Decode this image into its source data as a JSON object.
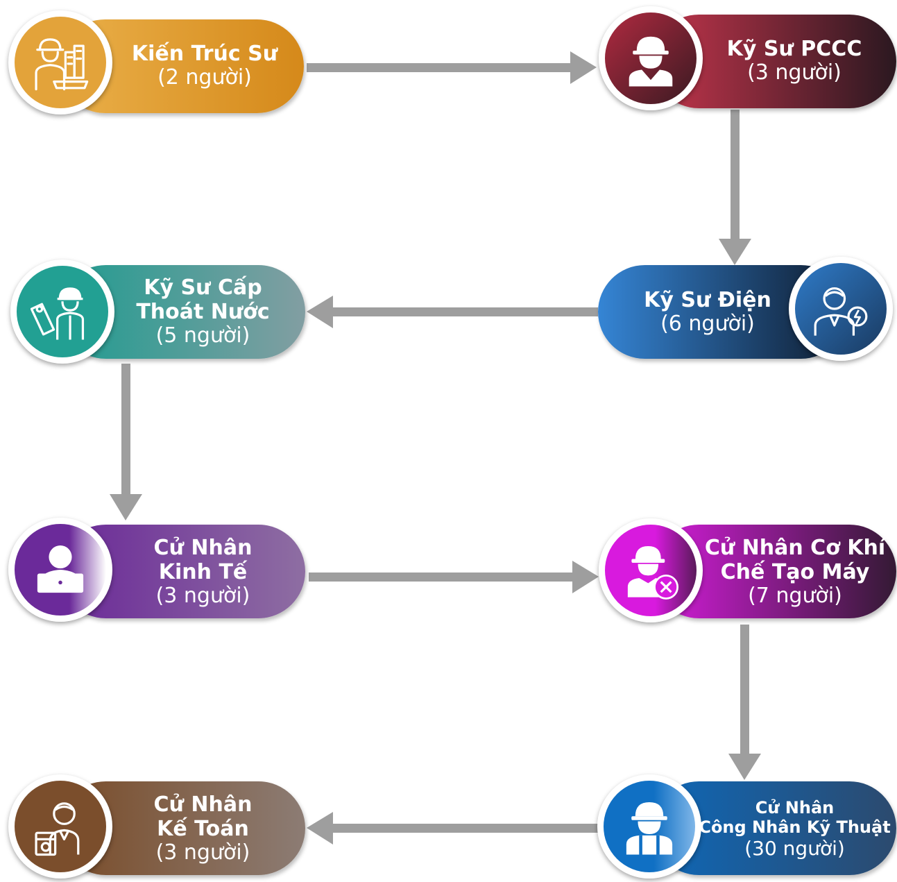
{
  "nodes": [
    {
      "id": "kien-truc-su",
      "title": [
        "Kiến Trúc Sư"
      ],
      "count": "(2 người)",
      "icon": "architect-icon"
    },
    {
      "id": "ky-su-pccc",
      "title": [
        "Kỹ Sư PCCC"
      ],
      "count": "(3 người)",
      "icon": "engineer-hardhat-icon"
    },
    {
      "id": "ky-su-dien",
      "title": [
        "Kỹ Sư Điện"
      ],
      "count": "(6 người)",
      "icon": "electrical-engineer-icon"
    },
    {
      "id": "ky-su-cap-thoat-nuoc",
      "title": [
        "Kỹ Sư Cấp",
        "Thoát Nước"
      ],
      "count": "(5 người)",
      "icon": "engineer-blueprint-icon"
    },
    {
      "id": "cu-nhan-kinh-te",
      "title": [
        "Cử Nhân",
        "Kinh Tế"
      ],
      "count": "(3 người)",
      "icon": "laptop-user-icon"
    },
    {
      "id": "cu-nhan-co-khi",
      "title": [
        "Cử Nhân Cơ Khí",
        "Chế Tạo Máy"
      ],
      "count": "(7 người)",
      "icon": "mechanic-tools-icon"
    },
    {
      "id": "cong-nhan-ky-thuat",
      "title": [
        "Cử Nhân",
        "Công Nhân Kỹ Thuật"
      ],
      "count": "(30 người)",
      "icon": "worker-hardhat-icon"
    },
    {
      "id": "cu-nhan-ke-toan",
      "title": [
        "Cử Nhân",
        "Kế Toán"
      ],
      "count": "(3 người)",
      "icon": "accountant-icon"
    }
  ],
  "colors": {
    "arrow": "#9e9e9e",
    "kien_truc_su": [
      "#e8a93a",
      "#d68a12"
    ],
    "ky_su_pccc": [
      "#c0334a",
      "#2a1a22"
    ],
    "ky_su_dien": [
      "#2f7fd0",
      "#0f1f33"
    ],
    "ky_su_cap_thoat_nuoc": [
      "#1f9a8e",
      "#7f9ea0"
    ],
    "cu_nhan_kinh_te": [
      "#6a2a9a",
      "#8a6aa0"
    ],
    "cu_nhan_co_khi": [
      "#d21ad8",
      "#3a1a3a"
    ],
    "cong_nhan_ky_thuat": [
      "#0e66b8",
      "#2a4a70"
    ],
    "cu_nhan_ke_toan": [
      "#7a4e2a",
      "#8a7a72"
    ]
  }
}
